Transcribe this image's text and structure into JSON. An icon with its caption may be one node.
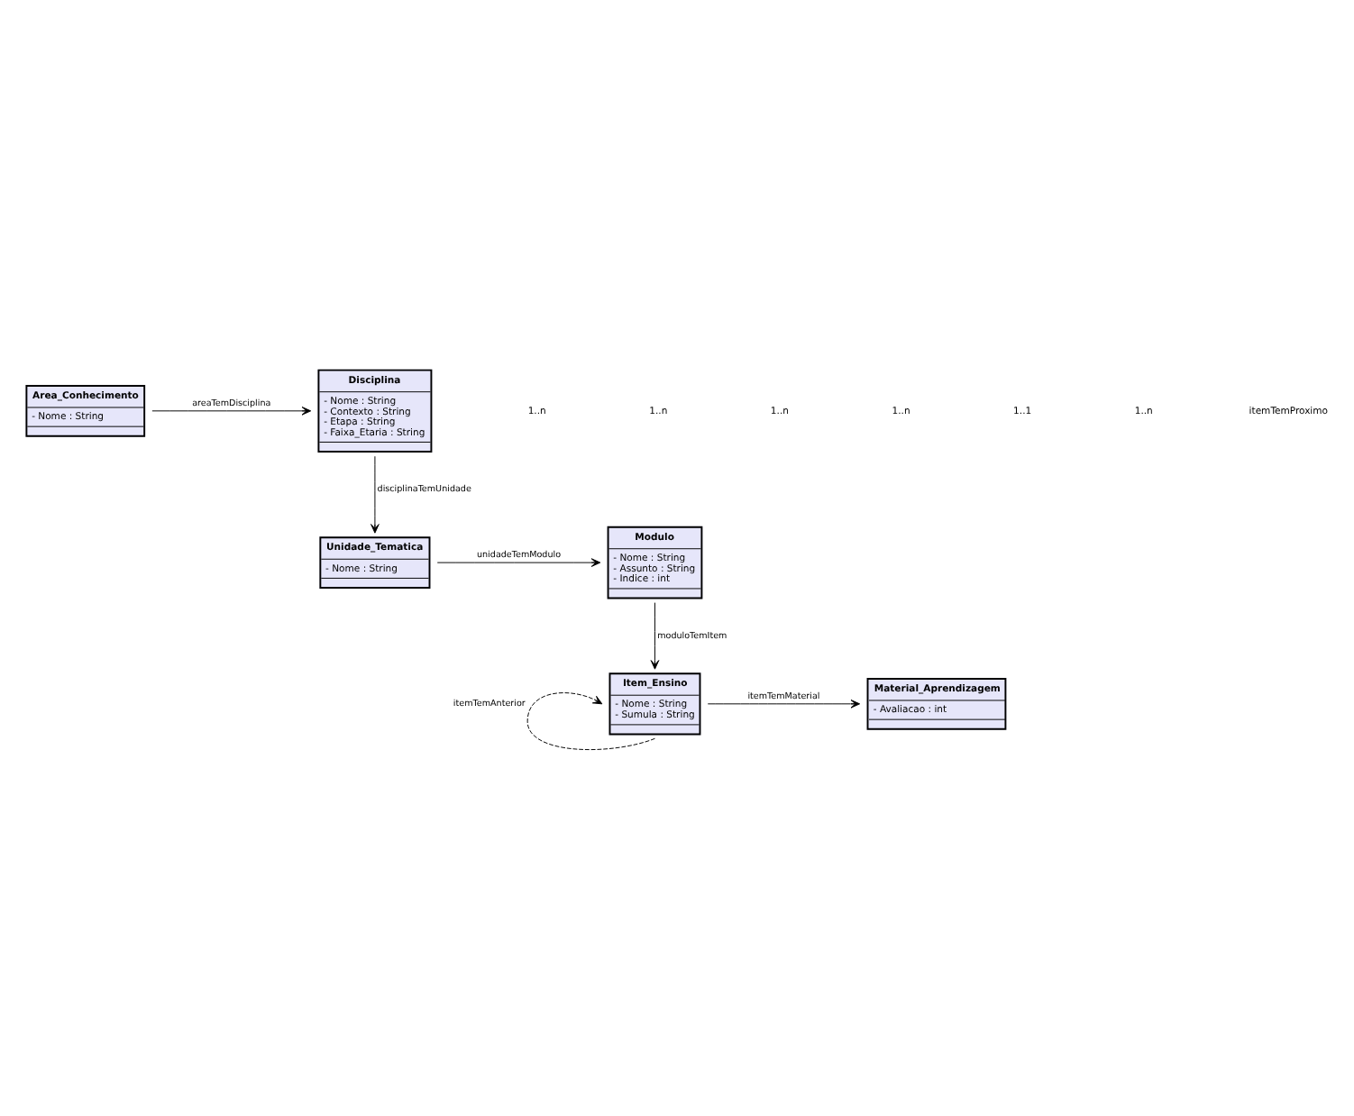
{
  "diagram": {
    "nodes": [
      {
        "text": [
          "Area_Conhecimento",
          "- Nome : String"
        ]
      },
      {
        "text": [
          "Disciplina",
          "- Nome : String",
          "- Contexto : String",
          "- Etapa : String",
          "- Faixa_Etaria : String"
        ]
      },
      {
        "text": [
          "Modulo",
          "- Nome : String",
          "- Assunto : String",
          "- Indice : int"
        ]
      },
      {
        "text": [
          "Unidade_Tematica",
          "- Nome : String"
        ]
      },
      {
        "text": [
          "Item_Ensino",
          "- Nome : String",
          "- Sumula : String"
        ]
      },
      {
        "text": [
          "Material_Aprendizagem",
          "- Avaliacao : int"
        ]
      }
    ],
    "edges": [
      {
        "from": 0,
        "to": 1,
        "arrow": "to",
        "label": "areaTemDisciplina"
      },
      {
        "from": 1,
        "to": 3,
        "arrow": "to",
        "label": "disciplinaTemUnidade"
      },
      {
        "from": 3,
        "to": 2,
        "arrow": "to",
        "label": "unidadeTemModulo"
      },
      {
        "from": 2,
        "to": 4,
        "arrow": "to",
        "label": "moduloTemItem"
      },
      {
        "from": 4,
        "to": 5,
        "arrow": "to",
        "label": "itemTemMaterial"
      },
      {
        "from": 4,
        "to": 4,
        "arrow": "to",
        "label": "itemTemAnterior",
        "style": "dashed"
      }
    ],
    "labels": [
      "1..n",
      "1..n",
      "1..n",
      "1..n",
      "1..1",
      "1..n",
      "itemTemProximo"
    ]
  }
}
